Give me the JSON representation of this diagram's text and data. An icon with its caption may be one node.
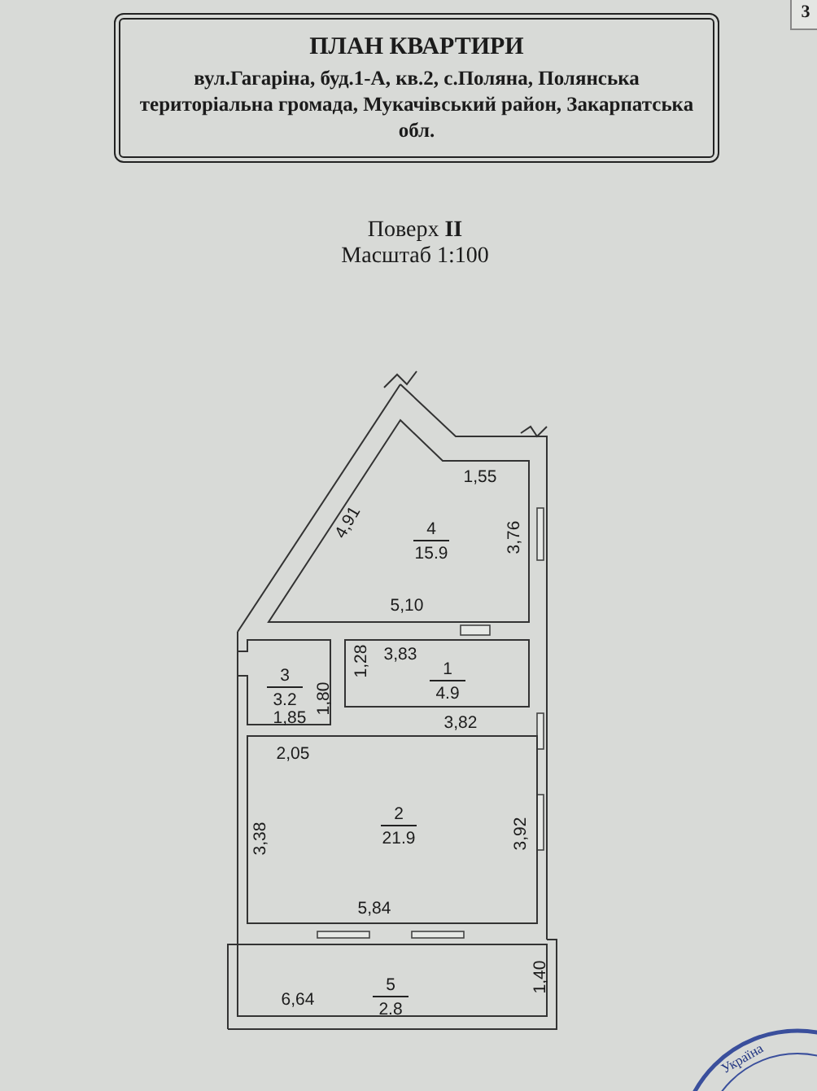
{
  "diagram": {
    "nodes": [
      {
        "text": [
          "ПЛАН КВАРТИРИ",
          "вул.Гагаріна, буд.1-А, кв.2, с.Поляна, Полянська територіальна громада, Мукачівський район, Закарпатська обл."
        ]
      },
      {
        "text": [
          "4",
          "15.9"
        ]
      },
      {
        "text": [
          "3",
          "3.2"
        ]
      },
      {
        "text": [
          "1",
          "4.9"
        ]
      },
      {
        "text": [
          "2",
          "21.9"
        ]
      },
      {
        "text": [
          "5",
          "2.8"
        ]
      }
    ],
    "labels": [
      "3",
      "Поверх **II**",
      "Масштаб 1:100",
      "1,55",
      "4,91",
      "3,76",
      "5,10",
      "3,83",
      "1,28",
      "1,80",
      "1,85",
      "3,82",
      "2,05",
      "3,38",
      "3,92",
      "5,84",
      "6,64",
      "1,40",
      "Україна"
    ]
  }
}
